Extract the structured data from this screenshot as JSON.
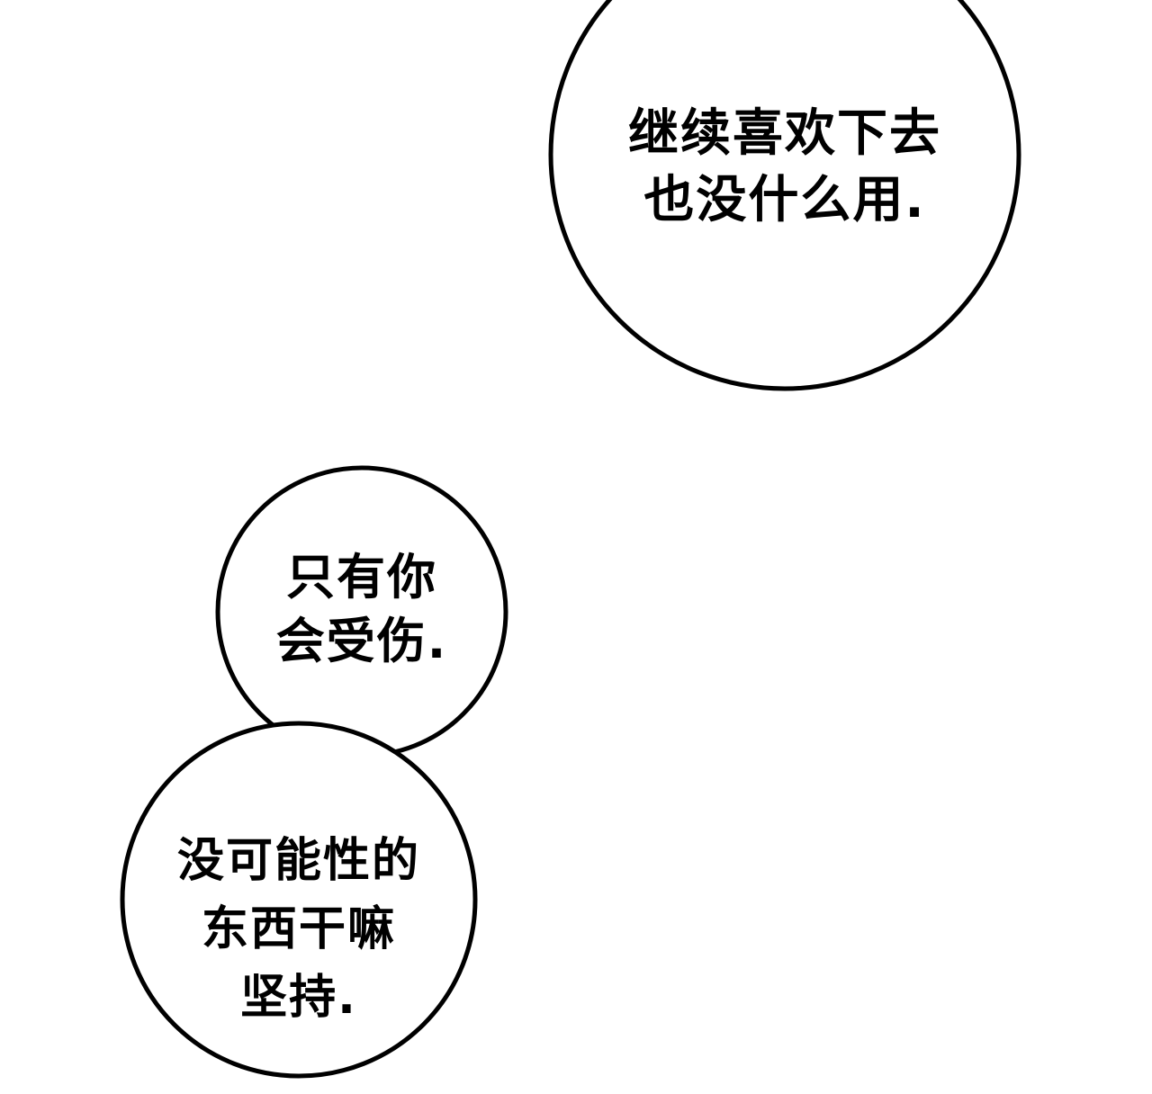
{
  "panel": {
    "type": "comic-panel",
    "background_color": "#ffffff"
  },
  "colors": {
    "bubble_outline": "#000000",
    "bubble_fill": "#ffffff",
    "text": "#000000"
  },
  "bubbles": [
    {
      "id": "bubble-top-right",
      "shape": "circle-cropped-at-top",
      "lines": [
        "继续喜欢下去",
        "也没什么用."
      ]
    },
    {
      "id": "bubble-middle-left",
      "shape": "circle",
      "lines": [
        "只有你",
        "会受伤."
      ]
    },
    {
      "id": "bubble-bottom-left",
      "shape": "circle-joined-to-middle",
      "lines": [
        "没可能性的",
        "东西干嘛",
        "坚持."
      ]
    }
  ]
}
